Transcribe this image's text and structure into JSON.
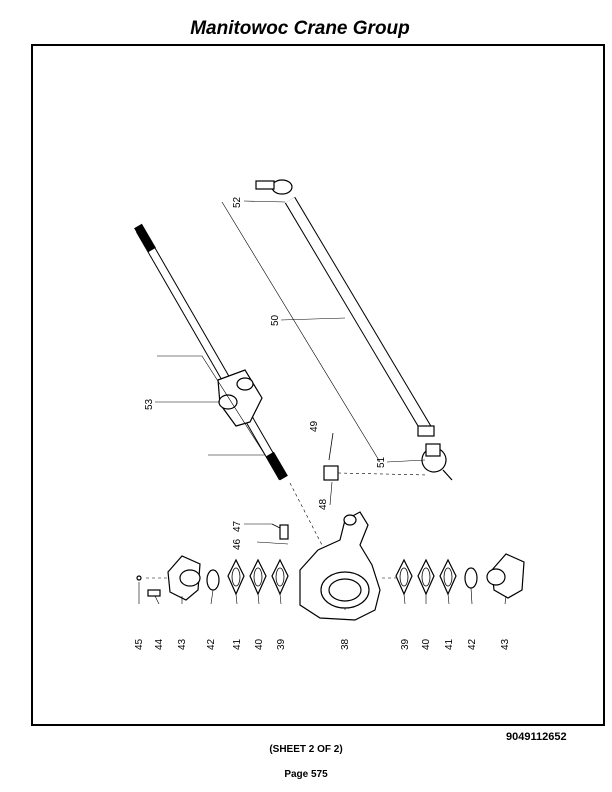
{
  "header": {
    "title": "Manitowoc Crane Group"
  },
  "footer": {
    "doc_number": "9049112652",
    "sheet": "(SHEET 2 OF 2)",
    "page": "Page 575"
  },
  "callouts": [
    "52",
    "50",
    "53",
    "49",
    "51",
    "48",
    "47",
    "46",
    "45",
    "44",
    "43",
    "42",
    "41",
    "40",
    "39",
    "38",
    "39",
    "40",
    "41",
    "42",
    "43"
  ]
}
